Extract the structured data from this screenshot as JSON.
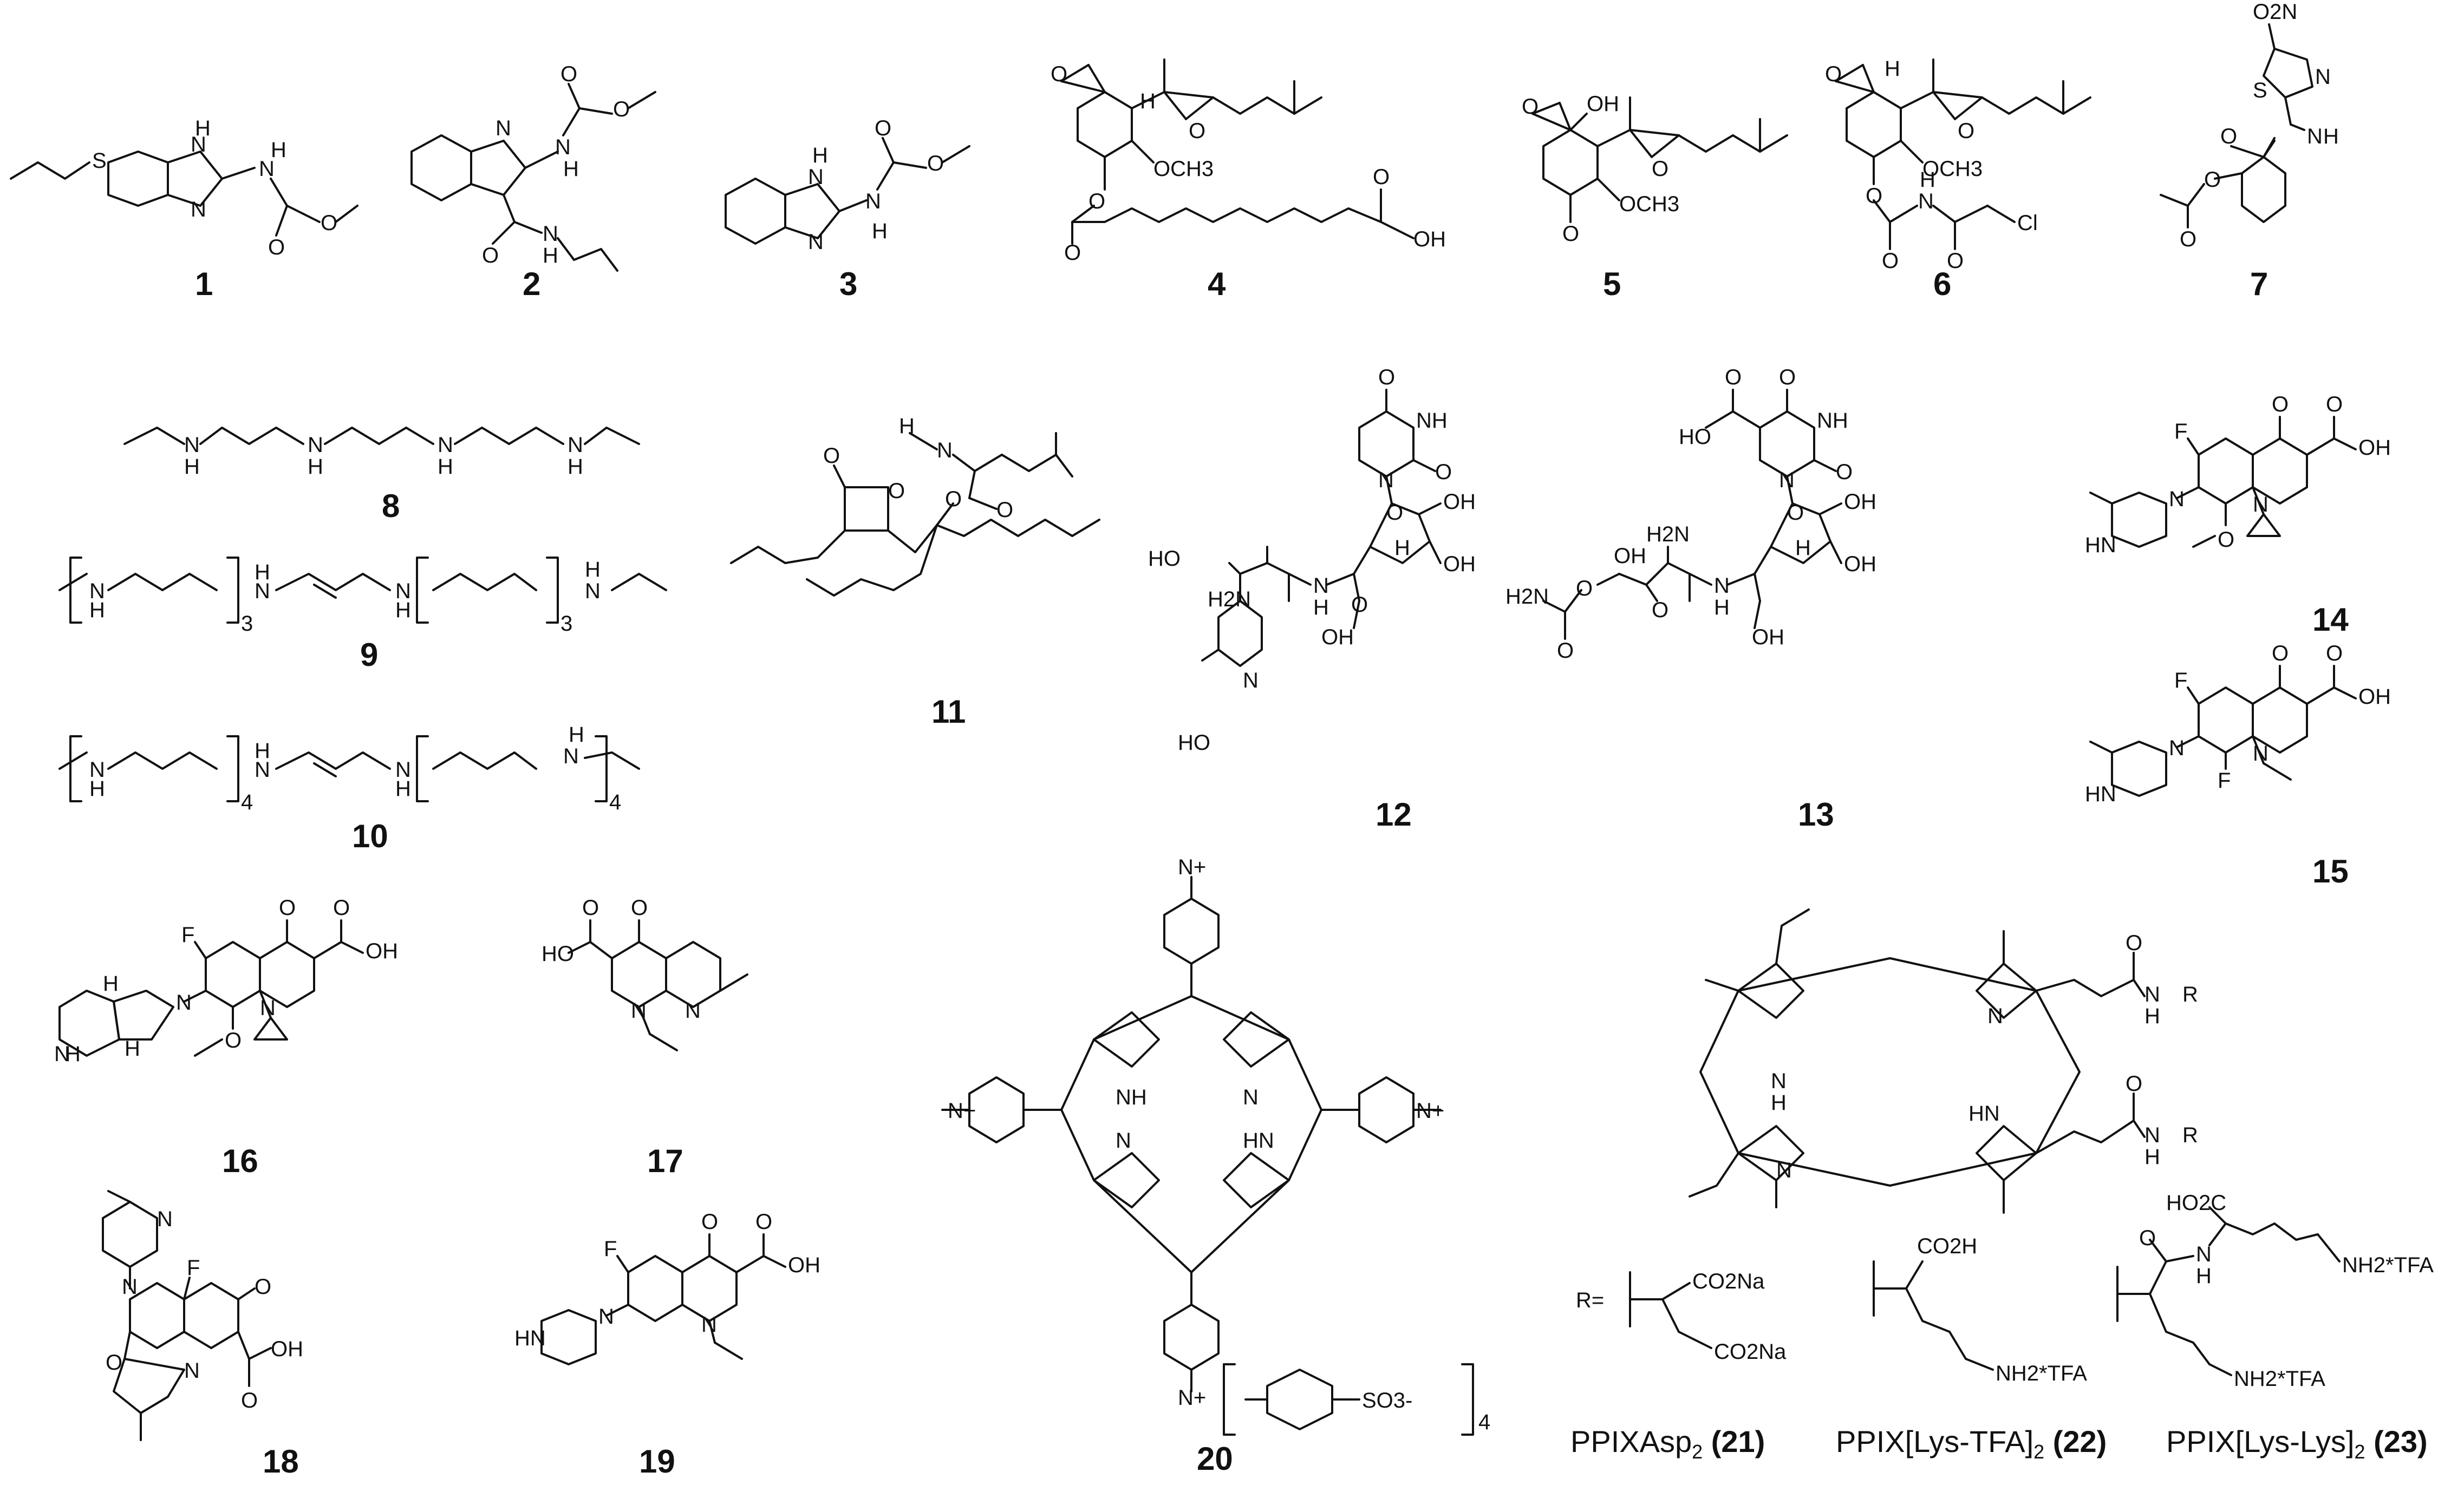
{
  "compounds": [
    {
      "id": "1",
      "atoms": [
        "S",
        "H",
        "N",
        "N",
        "H",
        "N",
        "O",
        "O"
      ]
    },
    {
      "id": "2",
      "atoms": [
        "N",
        "N",
        "H",
        "O",
        "O",
        "O",
        "N",
        "H"
      ]
    },
    {
      "id": "3",
      "atoms": [
        "H",
        "N",
        "N",
        "H",
        "N",
        "O",
        "O"
      ]
    },
    {
      "id": "4",
      "atoms": [
        "O",
        "H",
        "O",
        "OCH3",
        "O",
        "O",
        "OH",
        "O"
      ]
    },
    {
      "id": "5",
      "atoms": [
        "O",
        "OH",
        "O",
        "OCH3",
        "O"
      ]
    },
    {
      "id": "6",
      "atoms": [
        "O",
        "H",
        "O",
        "OCH3",
        "O",
        "H",
        "N",
        "O",
        "O",
        "Cl"
      ]
    },
    {
      "id": "7",
      "atoms": [
        "O2N",
        "S",
        "N",
        "N",
        "H",
        "O",
        "O",
        "O"
      ]
    },
    {
      "id": "8",
      "atoms": [
        "N",
        "H",
        "N",
        "H",
        "N",
        "H",
        "N",
        "H"
      ]
    },
    {
      "id": "9",
      "atoms": [
        "N",
        "H",
        "3",
        "H",
        "N",
        "N",
        "H",
        "3",
        "H",
        "N"
      ]
    },
    {
      "id": "10",
      "atoms": [
        "N",
        "H",
        "4",
        "H",
        "N",
        "N",
        "H",
        "4",
        "H",
        "N"
      ]
    },
    {
      "id": "11",
      "atoms": [
        "O",
        "O",
        "H",
        "N",
        "O",
        "O"
      ]
    },
    {
      "id": "12",
      "atoms": [
        "O",
        "NH",
        "N",
        "O",
        "O",
        "OH",
        "H2N",
        "N",
        "H",
        "H",
        "OH",
        "HO",
        "O",
        "OH",
        "N",
        "HO"
      ]
    },
    {
      "id": "13",
      "atoms": [
        "HO",
        "O",
        "O",
        "NH",
        "N",
        "O",
        "O",
        "OH",
        "H2N",
        "N",
        "H",
        "H",
        "OH",
        "OH",
        "O",
        "OH",
        "O",
        "H2N",
        "O"
      ]
    },
    {
      "id": "14",
      "atoms": [
        "F",
        "O",
        "OH",
        "O",
        "N",
        "HN",
        "N",
        "O"
      ]
    },
    {
      "id": "15",
      "atoms": [
        "F",
        "O",
        "OH",
        "O",
        "N",
        "HN",
        "N",
        "F"
      ]
    },
    {
      "id": "16",
      "atoms": [
        "F",
        "O",
        "OH",
        "O",
        "H",
        "N",
        "N",
        "H",
        "N",
        "H",
        "O"
      ]
    },
    {
      "id": "17",
      "atoms": [
        "O",
        "HO",
        "O",
        "N",
        "N"
      ]
    },
    {
      "id": "18",
      "atoms": [
        "N",
        "N",
        "F",
        "O",
        "O",
        "N",
        "OH",
        "O"
      ]
    },
    {
      "id": "19",
      "atoms": [
        "F",
        "O",
        "OH",
        "O",
        "N",
        "HN",
        "N"
      ]
    },
    {
      "id": "20",
      "atoms": [
        "N+",
        "N+",
        "N+",
        "N+",
        "NH",
        "N",
        "N",
        "HN",
        "SO3-",
        "4"
      ]
    },
    {
      "id": "21",
      "atoms": [
        "N",
        "H",
        "N",
        "N",
        "HN",
        "O",
        "N",
        "H",
        "R",
        "O",
        "N",
        "H",
        "R"
      ]
    }
  ],
  "r_group_prefix": "R=",
  "r_groups": [
    {
      "labels": [
        "CO2Na",
        "CO2Na"
      ]
    },
    {
      "labels": [
        "CO2H",
        "NH2*TFA"
      ]
    },
    {
      "labels": [
        "HO2C",
        "O",
        "N",
        "H",
        "NH2*TFA",
        "NH2*TFA"
      ]
    }
  ],
  "captions": [
    {
      "name": "PPIXAsp",
      "sub": "2",
      "num": "(21)"
    },
    {
      "name": "PPIX[Lys-TFA]",
      "sub": "2",
      "num": "(22)"
    },
    {
      "name": "PPIX[Lys-Lys]",
      "sub": "2",
      "num": "(23)"
    }
  ]
}
